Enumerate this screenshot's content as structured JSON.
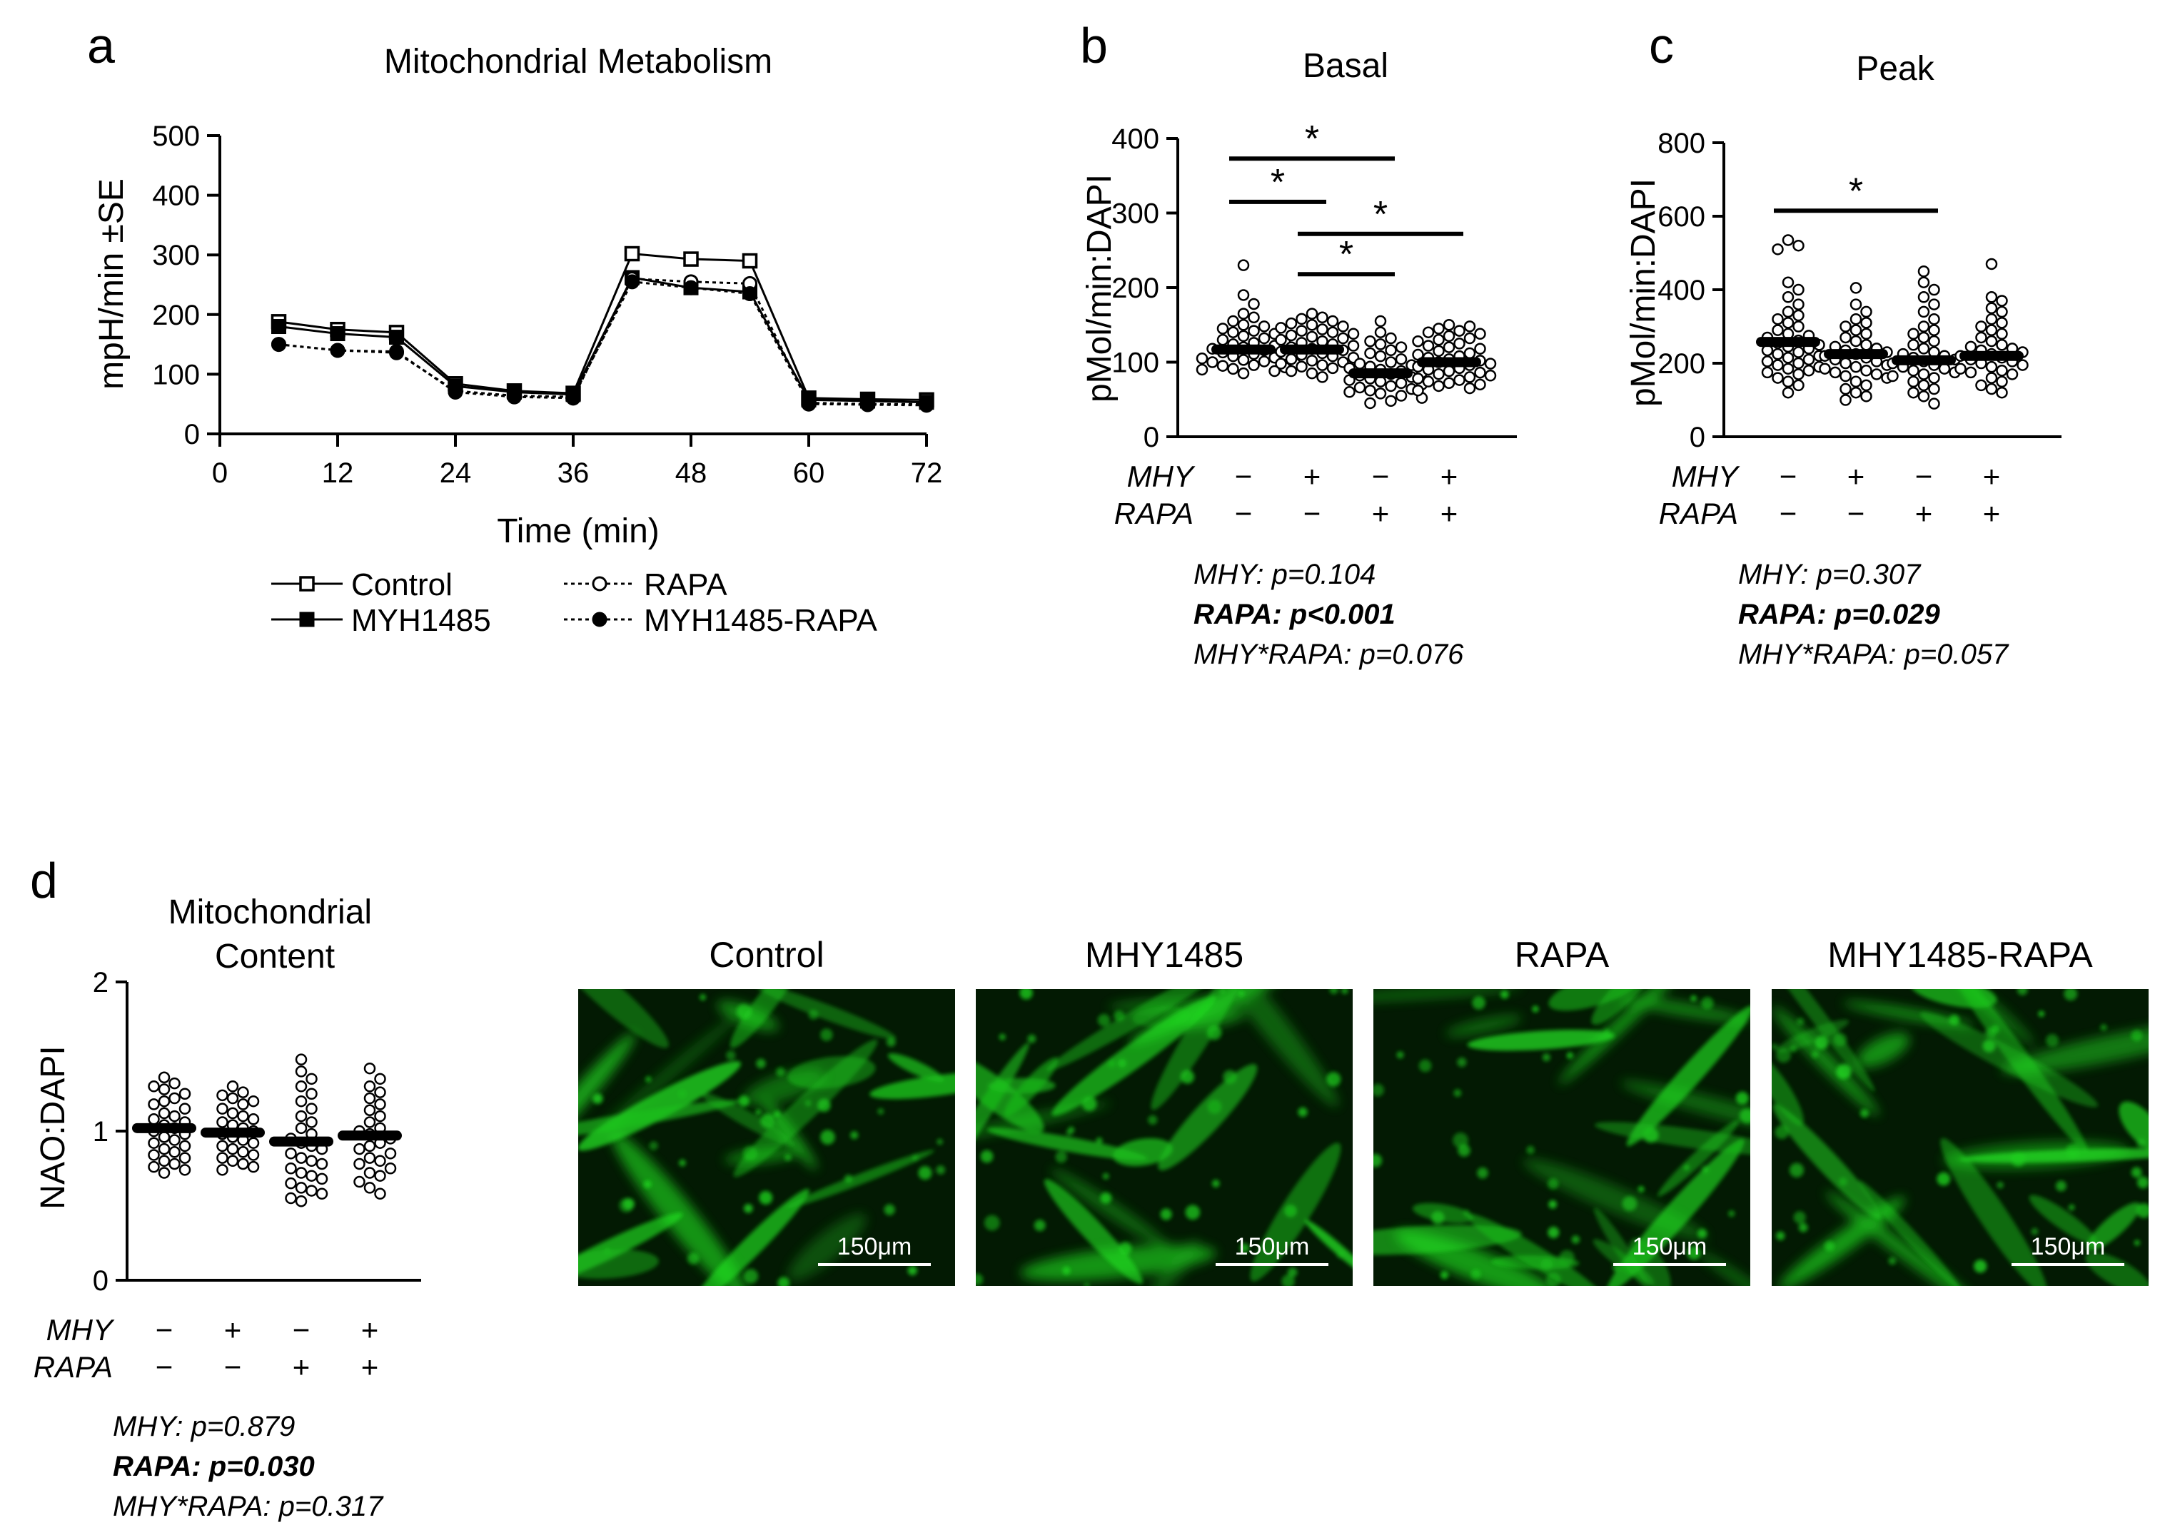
{
  "panels": {
    "a": {
      "letter": "a"
    },
    "b": {
      "letter": "b"
    },
    "c": {
      "letter": "c"
    },
    "d": {
      "letter": "d"
    }
  },
  "chart_data": [
    {
      "id": "a",
      "type": "line",
      "title": "Mitochondrial Metabolism",
      "xlabel": "Time (min)",
      "ylabel": "mpH/min ±SE",
      "xlim": [
        0,
        72
      ],
      "ylim": [
        0,
        500
      ],
      "xticks": [
        0,
        12,
        24,
        36,
        48,
        60,
        72
      ],
      "yticks": [
        0,
        100,
        200,
        300,
        400,
        500
      ],
      "x": [
        6,
        12,
        18,
        24,
        30,
        36,
        42,
        48,
        54,
        60,
        66,
        72
      ],
      "series": [
        {
          "name": "Control",
          "marker": "open-square",
          "line": "solid",
          "values": [
            188,
            175,
            170,
            84,
            72,
            68,
            302,
            293,
            290,
            60,
            58,
            57
          ]
        },
        {
          "name": "MYH1485",
          "marker": "filled-square",
          "line": "solid",
          "values": [
            180,
            168,
            162,
            80,
            70,
            66,
            262,
            245,
            238,
            57,
            55,
            53
          ]
        },
        {
          "name": "RAPA",
          "marker": "open-circle",
          "line": "dotted",
          "values": [
            150,
            140,
            138,
            70,
            62,
            60,
            260,
            255,
            252,
            50,
            49,
            48
          ]
        },
        {
          "name": "MYH1485-RAPA",
          "marker": "filled-circle",
          "line": "dotted",
          "values": [
            150,
            140,
            136,
            72,
            64,
            62,
            255,
            245,
            235,
            52,
            50,
            50
          ]
        }
      ],
      "legend": "bottom"
    },
    {
      "id": "b",
      "type": "scatter",
      "title": "Basal",
      "ylabel": "pMol/min:DAPI",
      "ylim": [
        0,
        400
      ],
      "yticks": [
        0,
        100,
        200,
        300,
        400
      ],
      "design_rows": [
        {
          "label": "MHY",
          "signs": [
            "−",
            "+",
            "−",
            "+"
          ]
        },
        {
          "label": "RAPA",
          "signs": [
            "−",
            "−",
            "+",
            "+"
          ]
        }
      ],
      "groups": [
        {
          "mean": 117,
          "points": [
            230,
            190,
            178,
            165,
            160,
            155,
            150,
            148,
            145,
            142,
            140,
            138,
            135,
            132,
            130,
            128,
            126,
            124,
            122,
            120,
            118,
            116,
            115,
            113,
            111,
            110,
            108,
            106,
            105,
            103,
            101,
            100,
            98,
            96,
            95,
            93,
            91,
            90,
            88,
            85
          ]
        },
        {
          "mean": 117,
          "points": [
            165,
            160,
            158,
            155,
            152,
            150,
            148,
            146,
            144,
            142,
            140,
            138,
            136,
            134,
            132,
            130,
            128,
            126,
            124,
            122,
            120,
            118,
            116,
            114,
            112,
            110,
            108,
            106,
            104,
            102,
            100,
            98,
            96,
            94,
            92,
            90,
            88,
            85,
            80
          ]
        },
        {
          "mean": 85,
          "points": [
            155,
            140,
            132,
            128,
            124,
            120,
            116,
            112,
            108,
            104,
            100,
            98,
            96,
            94,
            92,
            90,
            88,
            86,
            84,
            82,
            80,
            78,
            76,
            74,
            72,
            70,
            68,
            66,
            64,
            62,
            60,
            58,
            55,
            52,
            48,
            45
          ]
        },
        {
          "mean": 100,
          "points": [
            150,
            148,
            145,
            142,
            140,
            138,
            135,
            132,
            130,
            128,
            125,
            122,
            120,
            118,
            115,
            112,
            110,
            108,
            106,
            104,
            102,
            100,
            98,
            96,
            94,
            92,
            90,
            88,
            86,
            84,
            82,
            80,
            78,
            76,
            74,
            72,
            70,
            68,
            65,
            62
          ]
        }
      ],
      "significance": [
        {
          "from": 1,
          "to": 3,
          "y": 373,
          "label": "*"
        },
        {
          "from": 1,
          "to": 2,
          "y": 315,
          "label": "*"
        },
        {
          "from": 2,
          "to": 4,
          "y": 272,
          "label": "*"
        },
        {
          "from": 2,
          "to": 3,
          "y": 218,
          "label": "*"
        }
      ],
      "pvalues": [
        {
          "text": "MHY: p=0.104",
          "bold": false
        },
        {
          "text": "RAPA: p<0.001",
          "bold": true
        },
        {
          "text": "MHY*RAPA: p=0.076",
          "bold": false
        }
      ]
    },
    {
      "id": "c",
      "type": "scatter",
      "title": "Peak",
      "ylabel": "pMol/min:DAPI",
      "ylim": [
        0,
        800
      ],
      "yticks": [
        0,
        200,
        400,
        600,
        800
      ],
      "design_rows": [
        {
          "label": "MHY",
          "signs": [
            "−",
            "+",
            "−",
            "+"
          ]
        },
        {
          "label": "RAPA",
          "signs": [
            "−",
            "−",
            "+",
            "+"
          ]
        }
      ],
      "groups": [
        {
          "mean": 258,
          "points": [
            535,
            520,
            510,
            420,
            400,
            380,
            360,
            340,
            330,
            320,
            310,
            300,
            290,
            280,
            275,
            270,
            262,
            255,
            250,
            245,
            240,
            235,
            230,
            225,
            220,
            215,
            210,
            205,
            200,
            195,
            190,
            185,
            180,
            175,
            170,
            160,
            150,
            140,
            120
          ]
        },
        {
          "mean": 225,
          "points": [
            405,
            360,
            340,
            320,
            310,
            300,
            290,
            280,
            270,
            260,
            250,
            245,
            240,
            235,
            230,
            225,
            220,
            215,
            210,
            205,
            200,
            195,
            190,
            185,
            180,
            175,
            170,
            165,
            160,
            150,
            140,
            130,
            120,
            110,
            100
          ]
        },
        {
          "mean": 208,
          "points": [
            450,
            420,
            400,
            380,
            360,
            340,
            320,
            300,
            290,
            280,
            270,
            260,
            250,
            240,
            230,
            225,
            220,
            215,
            210,
            205,
            200,
            195,
            190,
            185,
            180,
            175,
            170,
            165,
            160,
            150,
            140,
            130,
            120,
            110,
            90
          ]
        },
        {
          "mean": 220,
          "points": [
            470,
            380,
            370,
            350,
            340,
            320,
            310,
            300,
            290,
            280,
            270,
            260,
            250,
            245,
            240,
            235,
            230,
            225,
            220,
            215,
            210,
            205,
            200,
            195,
            190,
            185,
            180,
            175,
            170,
            160,
            150,
            140,
            130,
            120
          ]
        }
      ],
      "significance": [
        {
          "from": 1,
          "to": 3,
          "y": 615,
          "label": "*"
        }
      ],
      "pvalues": [
        {
          "text": "MHY: p=0.307",
          "bold": false
        },
        {
          "text": "RAPA: p=0.029",
          "bold": true
        },
        {
          "text": "MHY*RAPA: p=0.057",
          "bold": false
        }
      ]
    },
    {
      "id": "d",
      "type": "scatter",
      "title": "Mitochondrial\nContent",
      "ylabel": "NAO:DAPI",
      "ylim": [
        0,
        2
      ],
      "yticks": [
        0,
        1,
        2
      ],
      "design_rows": [
        {
          "label": "MHY",
          "signs": [
            "−",
            "+",
            "−",
            "+"
          ]
        },
        {
          "label": "RAPA",
          "signs": [
            "−",
            "−",
            "+",
            "+"
          ]
        }
      ],
      "groups": [
        {
          "mean": 1.02,
          "points": [
            1.36,
            1.32,
            1.3,
            1.28,
            1.25,
            1.22,
            1.2,
            1.18,
            1.15,
            1.12,
            1.1,
            1.08,
            1.06,
            1.04,
            1.02,
            1.0,
            0.98,
            0.96,
            0.94,
            0.92,
            0.9,
            0.88,
            0.86,
            0.84,
            0.82,
            0.8,
            0.78,
            0.76,
            0.74,
            0.72
          ]
        },
        {
          "mean": 0.99,
          "points": [
            1.3,
            1.26,
            1.24,
            1.22,
            1.2,
            1.18,
            1.15,
            1.12,
            1.1,
            1.08,
            1.06,
            1.04,
            1.02,
            1.0,
            0.98,
            0.96,
            0.94,
            0.92,
            0.9,
            0.88,
            0.86,
            0.84,
            0.82,
            0.8,
            0.78,
            0.76,
            0.74
          ]
        },
        {
          "mean": 0.93,
          "points": [
            1.48,
            1.4,
            1.35,
            1.3,
            1.25,
            1.2,
            1.15,
            1.1,
            1.06,
            1.02,
            0.98,
            0.95,
            0.92,
            0.9,
            0.88,
            0.85,
            0.82,
            0.8,
            0.78,
            0.75,
            0.72,
            0.7,
            0.68,
            0.65,
            0.62,
            0.6,
            0.58,
            0.55,
            0.53
          ]
        },
        {
          "mean": 0.97,
          "points": [
            1.42,
            1.35,
            1.3,
            1.26,
            1.22,
            1.18,
            1.14,
            1.1,
            1.06,
            1.02,
            1.0,
            0.98,
            0.95,
            0.92,
            0.9,
            0.88,
            0.85,
            0.82,
            0.8,
            0.78,
            0.75,
            0.72,
            0.7,
            0.66,
            0.62,
            0.58
          ]
        }
      ],
      "significance": [],
      "pvalues": [
        {
          "text": "MHY: p=0.879",
          "bold": false
        },
        {
          "text": "RAPA: p=0.030",
          "bold": true
        },
        {
          "text": "MHY*RAPA: p=0.317",
          "bold": false
        }
      ]
    }
  ],
  "micrographs": {
    "colors": {
      "background": "#031a03",
      "signal": "#22e022"
    },
    "items": [
      {
        "title": "Control",
        "scale_label": "150μm"
      },
      {
        "title": "MHY1485",
        "scale_label": "150μm"
      },
      {
        "title": "RAPA",
        "scale_label": "150μm"
      },
      {
        "title": "MHY1485-RAPA",
        "scale_label": "150μm"
      }
    ]
  }
}
